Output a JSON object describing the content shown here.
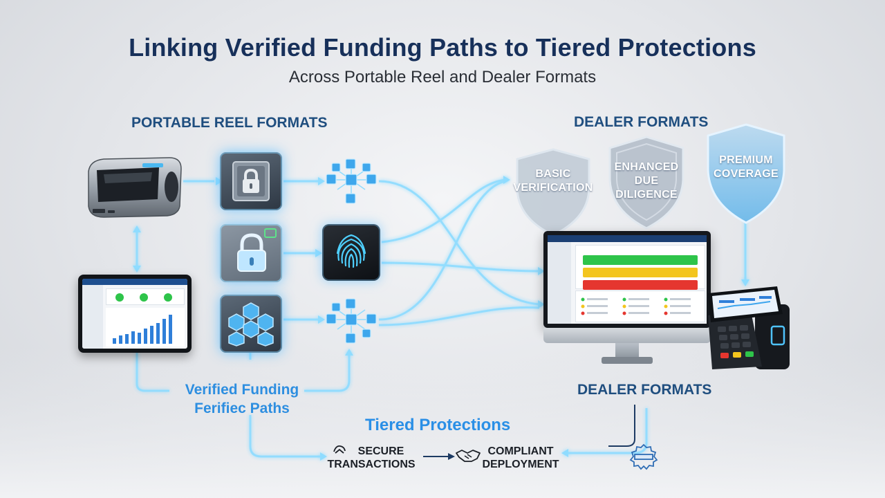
{
  "header": {
    "title": "Linking Verified Funding Paths to Tiered Protections",
    "subtitle": "Across Portable Reel and Dealer Formats"
  },
  "sections": {
    "portable": "PORTABLE REEL FORMATS",
    "dealer_top": "DEALER FORMATS",
    "dealer_bottom": "DEALER FORMATS"
  },
  "labels": {
    "verified_line1": "Verified Funding",
    "verified_line2": "Ferifiec Paths",
    "tiered": "Tiered Protections"
  },
  "shields": [
    {
      "line1": "BASIC",
      "line2": "VERIFICATION"
    },
    {
      "line1": "ENHANCED",
      "line2": "DUE DILIGENCE"
    },
    {
      "line1": "PREMIUM",
      "line2": "COVERAGE"
    }
  ],
  "bottom": {
    "secure_line1": "SECURE",
    "secure_line2": "TRANSACTIONS",
    "compliant_line1": "COMPLIANT",
    "compliant_line2": "DEPLOYMENT"
  },
  "colors": {
    "title": "#17305a",
    "accent_blue": "#2d8ee0",
    "glow": "#7fd0ff",
    "status_green": "#2ec44a",
    "status_yellow": "#f3c51e",
    "status_red": "#e5362f"
  },
  "icons": [
    "printer-device-icon",
    "tablet-dashboard-icon",
    "safe-lock-icon",
    "padlock-icon",
    "blockchain-cubes-icon",
    "fingerprint-icon",
    "shield-icon",
    "monitor-dashboard-icon",
    "pos-terminal-icon",
    "handshake-icon",
    "seal-stamp-icon"
  ]
}
